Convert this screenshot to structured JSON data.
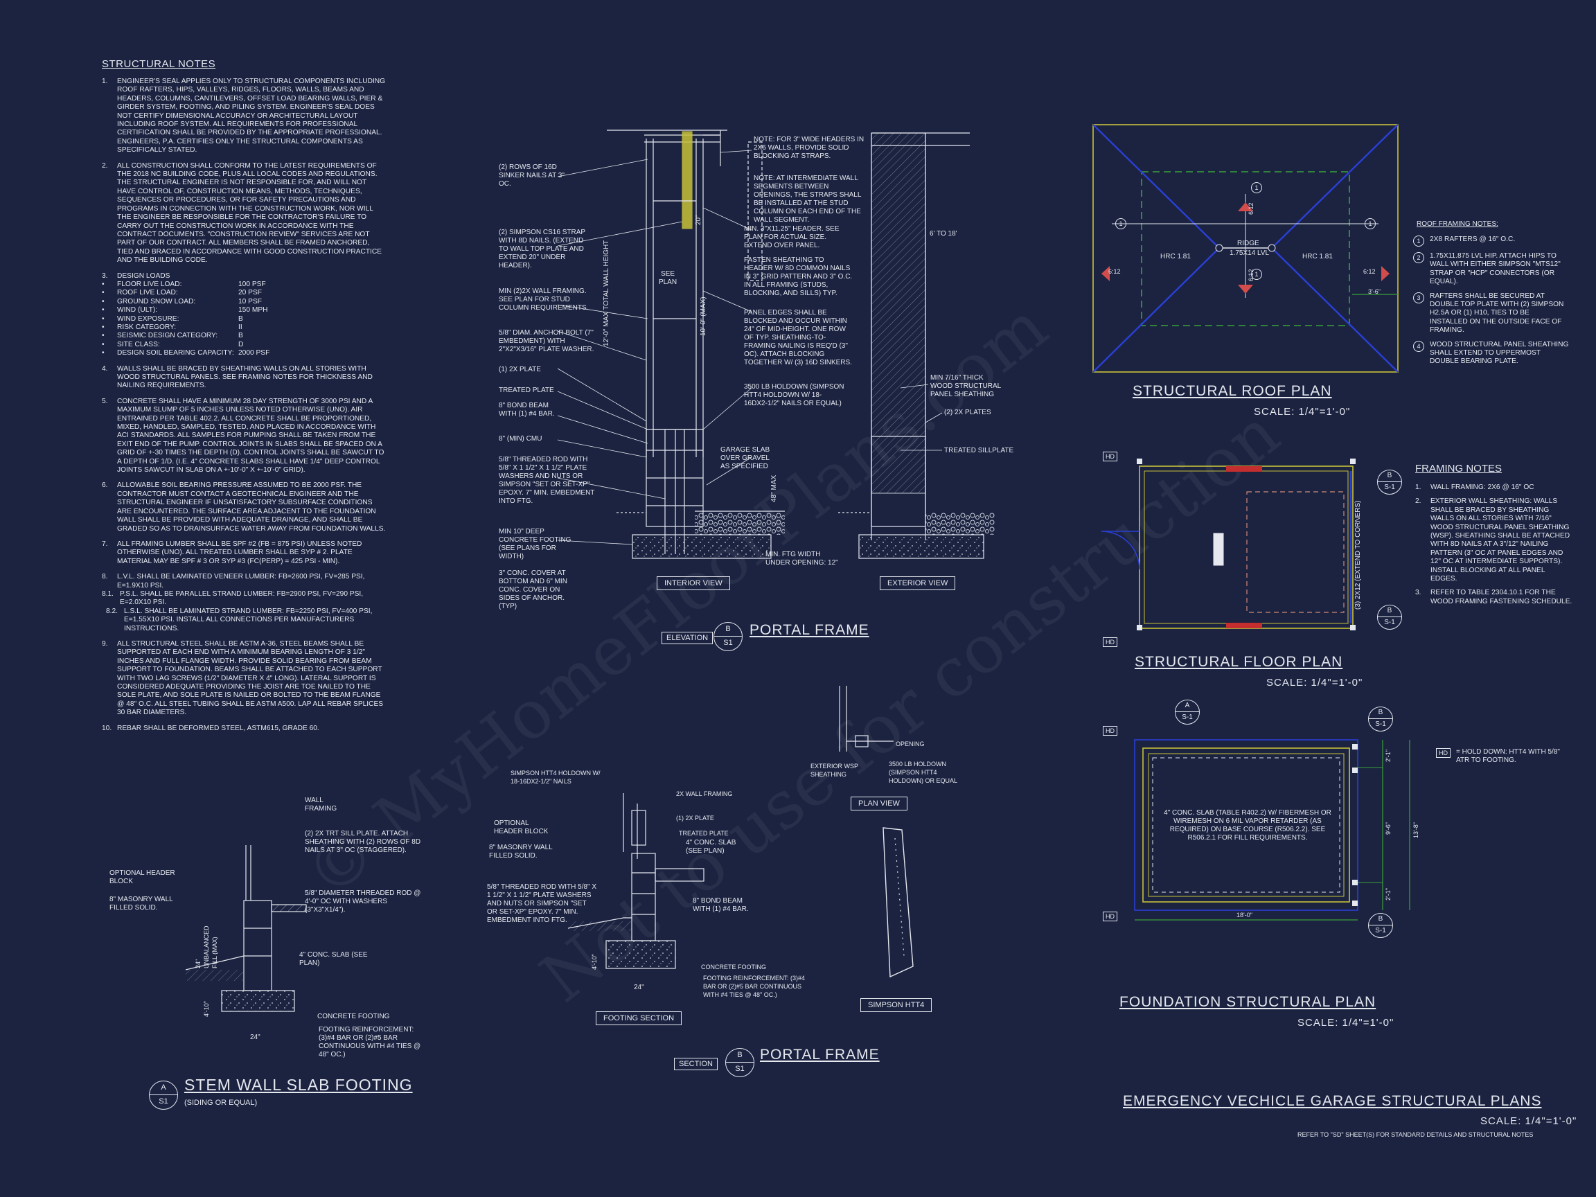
{
  "structural_notes": {
    "title": "STRUCTURAL NOTES",
    "n1": "ENGINEER'S SEAL APPLIES ONLY TO STRUCTURAL COMPONENTS INCLUDING ROOF RAFTERS, HIPS, VALLEYS, RIDGES, FLOORS, WALLS, BEAMS AND HEADERS, COLUMNS, CANTILEVERS, OFFSET LOAD BEARING WALLS, PIER & GIRDER SYSTEM, FOOTING, AND PILING SYSTEM. ENGINEER'S SEAL DOES NOT CERTIFY DIMENSIONAL ACCURACY OR ARCHITECTURAL LAYOUT INCLUDING ROOF SYSTEM. ALL REQUIREMENTS FOR PROFESSIONAL CERTIFICATION SHALL BE PROVIDED BY THE APPROPRIATE PROFESSIONAL. ENGINEERS, P.A. CERTIFIES ONLY THE STRUCTURAL COMPONENTS AS SPECIFICALLY STATED.",
    "n2": "ALL CONSTRUCTION SHALL CONFORM TO THE LATEST REQUIREMENTS OF THE 2018 NC BUILDING CODE, PLUS ALL LOCAL CODES AND REGULATIONS. THE STRUCTURAL ENGINEER IS NOT RESPONSIBLE FOR, AND WILL NOT HAVE CONTROL OF, CONSTRUCTION MEANS, METHODS, TECHNIQUES, SEQUENCES OR PROCEDURES, OR FOR SAFETY PRECAUTIONS AND PROGRAMS IN CONNECTION WITH THE CONSTRUCTION WORK, NOR WILL THE ENGINEER BE RESPONSIBLE FOR THE CONTRACTOR'S FAILURE TO CARRY OUT THE CONSTRUCTION WORK IN ACCORDANCE WITH THE CONTRACT DOCUMENTS. \"CONSTRUCTION REVIEW\" SERVICES ARE NOT PART OF OUR CONTRACT. ALL MEMBERS SHALL BE FRAMED ANCHORED, TIED AND BRACED IN ACCORDANCE WITH GOOD CONSTRUCTION PRACTICE AND THE BUILDING CODE.",
    "n3_head": "DESIGN LOADS",
    "loads": [
      {
        "k": "FLOOR LIVE LOAD:",
        "v": "100 PSF"
      },
      {
        "k": "ROOF LIVE LOAD:",
        "v": "20 PSF"
      },
      {
        "k": "GROUND SNOW LOAD:",
        "v": "10 PSF"
      },
      {
        "k": "WIND (ULT):",
        "v": "150 MPH"
      },
      {
        "k": "WIND EXPOSURE:",
        "v": "B"
      },
      {
        "k": "RISK CATEGORY:",
        "v": "II"
      },
      {
        "k": "SEISMIC DESIGN CATEGORY:",
        "v": "B"
      },
      {
        "k": "SITE CLASS:",
        "v": "D"
      },
      {
        "k": "DESIGN SOIL BEARING CAPACITY:",
        "v": "2000 PSF"
      }
    ],
    "n4": "WALLS SHALL BE BRACED BY SHEATHING WALLS ON ALL STORIES WITH WOOD STRUCTURAL PANELS. SEE FRAMING NOTES FOR THICKNESS AND NAILING REQUIREMENTS.",
    "n5": "CONCRETE SHALL HAVE A MINIMUM 28 DAY STRENGTH OF 3000 PSI AND A MAXIMUM SLUMP OF 5 INCHES UNLESS NOTED OTHERWISE (UNO). AIR ENTRAINED PER TABLE 402.2. ALL CONCRETE SHALL BE PROPORTIONED, MIXED, HANDLED, SAMPLED, TESTED, AND PLACED IN ACCORDANCE WITH ACI STANDARDS. ALL SAMPLES FOR PUMPING SHALL BE TAKEN FROM THE EXIT END OF THE PUMP. CONTROL JOINTS IN SLABS SHALL BE SPACED ON A GRID OF +-30 TIMES THE DEPTH (D). CONTROL JOINTS SHALL BE SAWCUT TO A DEPTH OF 1/D. (I.E. 4\" CONCRETE SLABS SHALL HAVE 1/4\" DEEP CONTROL JOINTS SAWCUT IN SLAB ON A +-10'-0\" x +-10'-0\" GRID).",
    "n6": "ALLOWABLE SOIL BEARING PRESSURE ASSUMED TO BE 2000 PSF. THE CONTRACTOR MUST CONTACT A GEOTECHNICAL ENGINEER AND THE STRUCTURAL ENGINEER IF UNSATISFACTORY SUBSURFACE CONDITIONS ARE ENCOUNTERED. THE SURFACE AREA ADJACENT TO THE FOUNDATION WALL SHALL BE PROVIDED WITH ADEQUATE DRAINAGE, AND SHALL BE GRADED SO AS TO DRAINSURFACE WATER AWAY FROM FOUNDATION WALLS.",
    "n7": "ALL FRAMING LUMBER SHALL BE SPF #2 (Fb = 875 PSI) UNLESS NOTED OTHERWISE (UNO). ALL TREATED LUMBER SHALL BE SYP # 2. PLATE MATERIAL MAY BE SPF # 3 OR SYP #3 (Fc(perp) = 425 PSI - MIN).",
    "n8": "L.V.L. SHALL BE LAMINATED VENEER LUMBER: Fb=2600 PSI, Fv=285 PSI, E=1.9x10 PSI.",
    "n81": "P.S.L. SHALL BE PARALLEL STRAND LUMBER: Fb=2900 PSI, Fv=290 PSI, E=2.0x10 PSI.",
    "n82": "L.S.L. SHALL BE LAMINATED STRAND LUMBER: Fb=2250 PSI, Fv=400 PSI, E=1.55x10 PSI. INSTALL ALL CONNECTIONS PER MANUFACTURERS INSTRUCTIONS.",
    "n9": "ALL STRUCTURAL STEEL SHALL BE ASTM A-36, STEEL BEAMS SHALL BE SUPPORTED AT EACH END WITH A MINIMUM BEARING LENGTH OF 3 1/2\" INCHES AND FULL FLANGE WIDTH. PROVIDE SOLID BEARING FROM BEAM SUPPORT TO FOUNDATION. BEAMS SHALL BE ATTACHED TO EACH SUPPORT WITH TWO LAG SCREWS (1/2\" DIAMETER x 4\" LONG). LATERAL SUPPORT IS CONSIDERED ADEQUATE PROVIDING THE JOIST ARE TOE NAILED TO THE SOLE PLATE, AND SOLE PLATE IS NAILED OR BOLTED TO THE BEAM FLANGE @ 48\" O.C. ALL STEEL TUBING SHALL BE ASTM A500. LAP ALL REBAR SPLICES 30 BAR DIAMETERS.",
    "n10": "REBAR SHALL BE DEFORMED STEEL, ASTM615, GRADE 60."
  },
  "portal_elev": {
    "l1": "(2) ROWS OF 16d SINKER NAILS AT 3\" OC.",
    "l2": "(2) SIMPSON CS16 STRAP WITH 8d NAILS. (EXTEND TO WALL TOP PLATE AND EXTEND 20\" UNDER HEADER).",
    "l3": "MIN (2)2X WALL FRAMING. SEE PLAN FOR STUD COLUMN REQUIREMENTS.",
    "l4": "5/8\" DIAM. ANCHOR BOLT (7\" EMBEDMENT) WITH 2\"x2\"x3/16\" PLATE WASHER.",
    "l5": "(1) 2x PLATE",
    "l6": "TREATED PLATE",
    "l7": "8\" BOND BEAM WITH (1) #4 BAR.",
    "l8": "8\" (MIN) CMU",
    "l9": "5/8\" THREADED ROD WITH 5/8\" x 1 1/2\" x 1 1/2\" PLATE WASHERS AND NUTS OR SIMPSON \"SET OR SET-XP\" EPOXY. 7\" MIN. EMBEDMENT INTO FTG.",
    "l10": "MIN 10\" DEEP CONCRETE FOOTING (SEE PLANS FOR WIDTH)",
    "l11": "3\" CONC. COVER AT BOTTOM AND 6\" MIN CONC. COVER ON SIDES OF ANCHOR. (TYP)",
    "r1": "NOTE: FOR 3\" WIDE HEADERS IN 2x6 WALLS, PROVIDE SOLID BLOCKING AT STRAPS.",
    "r2": "NOTE: AT INTERMEDIATE WALL SEGMENTS BETWEEN OPENINGS, THE STRAPS SHALL BE INSTALLED AT THE STUD COLUMN ON EACH END OF THE WALL SEGMENT.",
    "r3": "MIN. 3\"x11.25\" HEADER. SEE PLAN FOR ACTUAL SIZE. EXTEND OVER PANEL.",
    "r4": "FASTEN SHEATHING TO HEADER W/ 8d COMMON NAILS IN 3\" GRID PATTERN AND 3\" O.C. IN ALL FRAMING (STUDS, BLOCKING, AND SILLS) TYP.",
    "r5": "PANEL EDGES SHALL BE BLOCKED AND OCCUR WITHIN 24\" OF MID-HEIGHT. ONE ROW OF TYP. SHEATHING-TO-FRAMING NAILING IS REQ'D (3\" OC). ATTACH BLOCKING TOGETHER W/ (3) 16d SINKERS.",
    "r6": "3500 LB HOLDOWN (SIMPSON HTT4 HOLDOWN W/ 18-16dx2-1/2\" NAILS OR EQUAL)",
    "r7": "GARAGE SLAB OVER GRAVEL AS SPECIFIED",
    "r8": "MIN. FTG WIDTH UNDER OPENING: 12\"",
    "e1": "MIN 7/16\" THICK WOOD STRUCTURAL PANEL SHEATHING",
    "e2": "(2) 2x PLATES",
    "e3": "TREATED SILLPLATE",
    "d1": "6' TO 18'",
    "d2": "20\"",
    "d3": "SEE PLAN",
    "d4": "12'-0\" MAX TOTAL WALL HEIGHT",
    "d5": "10'-0\" (MAX)",
    "d6": "48\" MAX",
    "int_view": "INTERIOR VIEW",
    "ext_view": "EXTERIOR VIEW",
    "tag": "ELEVATION",
    "bubble_top": "B",
    "bubble_bot": "S1",
    "title": "PORTAL FRAME"
  },
  "roof_plan": {
    "title": "STRUCTURAL ROOF PLAN",
    "scale": "SCALE: 1/4\"=1'-0\"",
    "hrc_left": "HRC 1.81",
    "hrc_right": "HRC 1.81",
    "ridge": "RIDGE",
    "lvl": "1.75x14 LVL",
    "pitch_a": "6:12",
    "pitch_b": "6:12",
    "pitch_c": "6:12",
    "pitch_d": "6:12",
    "overhang": "3'-6\"",
    "tag1": "1",
    "tag2": "1",
    "tag3": "1",
    "tag4": "1",
    "notes_title": "ROOF FRAMING NOTES:",
    "notes": [
      "2x8 RAFTERS @ 16\" O.C.",
      "1.75x11.875 LVL HIP. ATTACH HIPS TO WALL WITH EITHER SIMPSON \"MTS12\" STRAP OR \"HCP\" CONNECTORS (OR EQUAL).",
      "RAFTERS SHALL BE SECURED AT DOUBLE TOP PLATE WITH (2) SIMPSON H2.5A OR (1) H10, TIES TO BE INSTALLED ON THE OUTSIDE FACE OF FRAMING.",
      "WOOD STRUCTURAL PANEL SHEATHING SHALL EXTEND TO UPPERMOST DOUBLE BEARING PLATE."
    ],
    "note_nums": [
      "1",
      "2",
      "3",
      "4"
    ]
  },
  "floor_plan": {
    "title": "STRUCTURAL FLOOR PLAN",
    "scale": "SCALE: 1/4\"=1'-0\"",
    "hd_top": "HD",
    "hd_bot": "HD",
    "side_note": "(3) 2x12 (EXTEND TO CORNERS)",
    "b_top": "B",
    "b_top_s": "S-1",
    "b_bot": "B",
    "b_bot_s": "S-1",
    "notes_title": "FRAMING NOTES",
    "notes": [
      "WALL FRAMING: 2x6 @ 16\" OC",
      "EXTERIOR WALL SHEATHING: WALLS SHALL BE BRACED BY SHEATHING WALLS ON ALL STORIES WITH 7/16\" WOOD STRUCTURAL PANEL SHEATHING (WSP). SHEATHING SHALL BE ATTACHED WITH 8d NAILS AT A 3\"/12\" NAILING PATTERN (3\" OC AT PANEL EDGES AND 12\" OC AT INTERMEDIATE SUPPORTS). INSTALL BLOCKING AT ALL PANEL EDGES.",
      "REFER TO TABLE 2304.10.1 FOR THE WOOD FRAMING FASTENING SCHEDULE."
    ],
    "note_nums": [
      "1.",
      "2.",
      "3."
    ]
  },
  "foundation_plan": {
    "title": "FOUNDATION STRUCTURAL PLAN",
    "scale": "SCALE: 1/4\"=1'-0\"",
    "slab_note": "4\" CONC. SLAB (TABLE R402.2) w/ FIBERMESH OR WIREMESH ON 6 MIL VAPOR RETARDER (AS REQUIRED) ON BASE COURSE (R506.2.2). SEE R506.2.1 FOR FILL REQUIREMENTS.",
    "hd_tl": "HD",
    "hd_bl": "HD",
    "a_top": "A",
    "a_sub": "S-1",
    "b_tr": "B",
    "b_tr_s": "S-1",
    "b_br": "B",
    "b_br_s": "S-1",
    "dim_bottom": "18'-0\"",
    "dim_r1": "2'-1\"",
    "dim_r2": "9'-6\"",
    "dim_r3": "2'-1\"",
    "dim_total": "13'-8\"",
    "hd_key": "HD",
    "hd_legend": "= HOLD DOWN: HTT4 WITH 5/8\" ATR TO FOOTING."
  },
  "plan_view": {
    "opening": "OPENING",
    "sheathing": "EXTERIOR WSP SHEATHING",
    "holdown": "3500 LB HOLDOWN (SIMPSON HTT4 HOLDOWN) OR EQUAL",
    "tag": "PLAN VIEW",
    "simpson": "SIMPSON HTT4"
  },
  "footing_section": {
    "l1": "SIMPSON HTT4 HOLDOWN W/ 18-16dx2-1/2\" NAILS",
    "l2": "OPTIONAL HEADER BLOCK",
    "l3": "8\" MASONRY WALL FILLED SOLID.",
    "l4": "5/8\" THREADED ROD WITH 5/8\" x 1 1/2\" x 1 1/2\" PLATE WASHERS AND NUTS OR SIMPSON \"SET OR SET-XP\" EPOXY. 7\" MIN. EMBEDMENT INTO FTG.",
    "r1": "2X WALL FRAMING",
    "r2": "(1) 2x PLATE",
    "r3": "TREATED PLATE",
    "r4": "4\" CONC. SLAB (SEE PLAN)",
    "r5": "8\" BOND BEAM WITH (1) #4 BAR.",
    "r6": "CONCRETE FOOTING",
    "r7": "FOOTING REINFORCEMENT: (3)#4 BAR OR (2)#5 BAR CONTINUOUS WITH #4 TIES @ 48\" OC.)",
    "d1": "24\"",
    "d2": "4'-10\"",
    "tag": "FOOTING SECTION",
    "sec_tag": "SECTION",
    "bubble_top": "B",
    "bubble_bot": "S1",
    "title": "PORTAL FRAME"
  },
  "stem_wall": {
    "l1": "OPTIONAL HEADER BLOCK",
    "l2": "8\" MASONRY WALL FILLED SOLID.",
    "r1": "WALL FRAMING",
    "r2": "(2) 2X TRT SILL PLATE. ATTACH SHEATHING WITH (2) ROWS OF 8d NAILS AT 3\" OC (STAGGERED).",
    "r3": "5/8\" DIAMETER THREADED ROD @ 4'-0\" OC WITH WASHERS (3\"x3\"x1/4\").",
    "r4": "4\" CONC. SLAB (SEE PLAN)",
    "r5": "CONCRETE FOOTING",
    "r6": "FOOTING REINFORCEMENT: (3)#4 BAR OR (2)#5 BAR CONTINUOUS WITH #4 TIES @ 48\" OC.)",
    "d1": "24\"",
    "d2": "24\" UNBALANCED FILL (MAX)",
    "d3": "4'-10\"",
    "bubble_top": "A",
    "bubble_bot": "S1",
    "title": "STEM WALL SLAB FOOTING",
    "subtitle": "(SIDING OR EQUAL)"
  },
  "sheet": {
    "title": "EMERGENCY VECHICLE GARAGE STRUCTURAL PLANS",
    "scale": "SCALE: 1/4\"=1'-0\"",
    "ref": "REFER TO \"SD\" SHEET(S) FOR STANDARD DETAILS AND STRUCTURAL NOTES",
    "watermark1": "© MyHomeFloorPlans.com",
    "watermark2": "Not to use for construction"
  }
}
